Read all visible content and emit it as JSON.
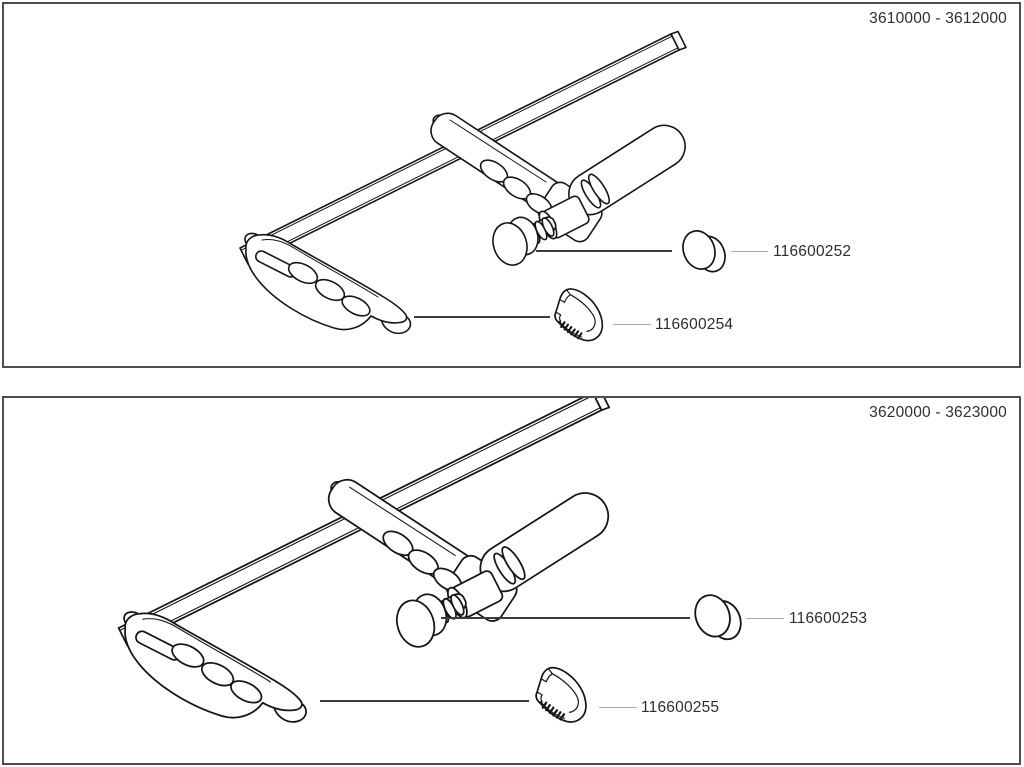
{
  "colors": {
    "border": "#4d4d4d",
    "line": "#161616",
    "leader-dark": "#3c3c3c",
    "leader-gray": "#a9a9a9",
    "text": "#2e2e2e",
    "background": "#ffffff"
  },
  "panels": [
    {
      "header": "3610000 - 3612000",
      "drawing": "screw-clamp-assembly",
      "parts": [
        {
          "id": "116600252",
          "type": "swivel-pad-disc"
        },
        {
          "id": "116600254",
          "type": "jaw-end-cap"
        }
      ]
    },
    {
      "header": "3620000 - 3623000",
      "drawing": "screw-clamp-assembly",
      "parts": [
        {
          "id": "116600253",
          "type": "swivel-pad-disc"
        },
        {
          "id": "116600255",
          "type": "jaw-end-cap"
        }
      ]
    }
  ]
}
